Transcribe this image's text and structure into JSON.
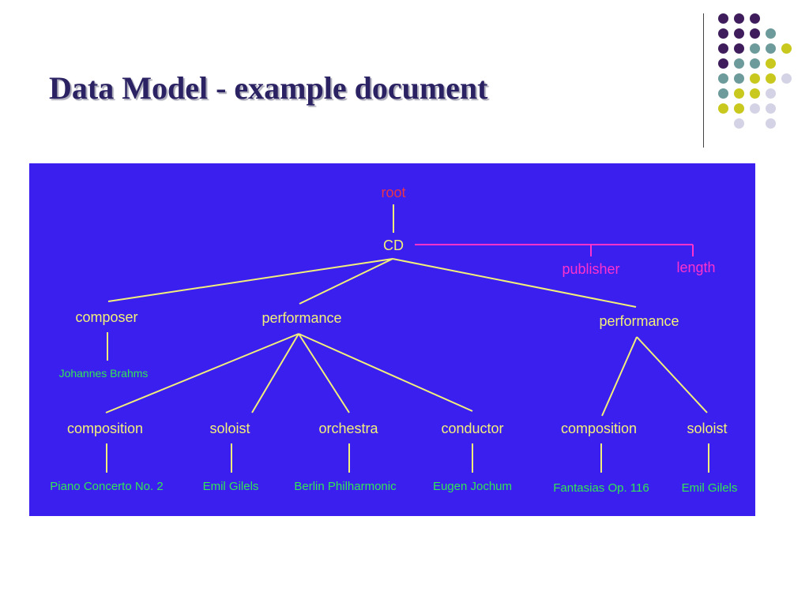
{
  "slide": {
    "title": "Data Model - example document"
  },
  "decoration": {
    "dot_colors": {
      "purple": "#3f1d5c",
      "teal": "#6d9a9a",
      "yellow": "#c8c81e",
      "lavender": "#d4d3e6"
    }
  },
  "diagram": {
    "background": "#3b1fef",
    "line_color_tree": "#f2ef7a",
    "line_color_attr": "#ff33cc",
    "root": "root",
    "cd": "CD",
    "attributes": {
      "publisher": "publisher",
      "length": "length"
    },
    "composer": {
      "label": "composer",
      "value": "Johannes Brahms"
    },
    "performance_1": {
      "label": "performance",
      "composition": {
        "label": "composition",
        "value": "Piano Concerto No. 2"
      },
      "soloist": {
        "label": "soloist",
        "value": "Emil Gilels"
      },
      "orchestra": {
        "label": "orchestra",
        "value": "Berlin Philharmonic"
      },
      "conductor": {
        "label": "conductor",
        "value": "Eugen Jochum"
      }
    },
    "performance_2": {
      "label": "performance",
      "composition": {
        "label": "composition",
        "value": "Fantasias Op. 116"
      },
      "soloist": {
        "label": "soloist",
        "value": "Emil Gilels"
      }
    }
  }
}
